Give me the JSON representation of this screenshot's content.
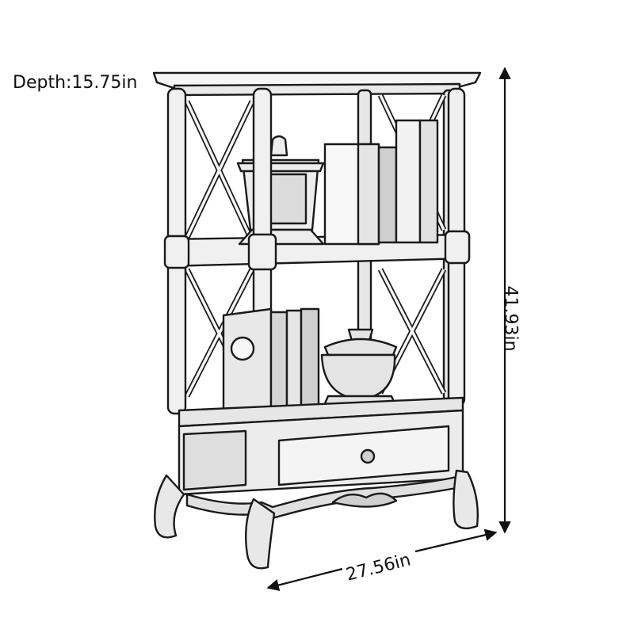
{
  "dimensions": {
    "depth": "Depth:15.75in",
    "height": "41.93in",
    "width": "27.56in"
  },
  "colors": {
    "line": "#1a1a1a",
    "fill": "#f4f4f4",
    "shade": "#bdbdbd",
    "background": "#ffffff"
  },
  "icons": {
    "drawer_knob": "knob-icon"
  }
}
